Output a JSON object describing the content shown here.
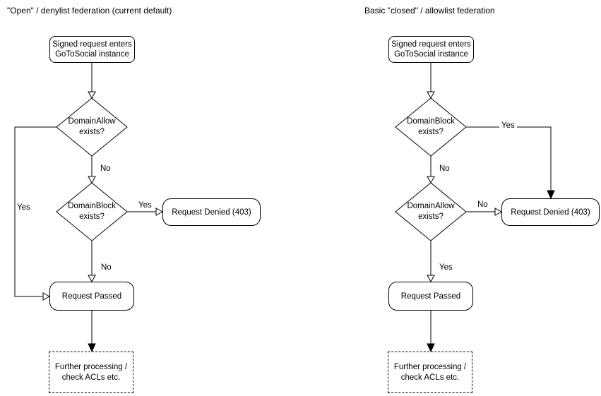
{
  "page": {
    "background": "#ffffff",
    "stroke_color": "#000000",
    "text_color": "#000000"
  },
  "charts": [
    {
      "title": "\"Open\" / denylist federation (current default)",
      "nodes": {
        "entry": "Signed request enters\nGoToSocial instance",
        "decision1": "DomainAllow\nexists?",
        "decision2": "DomainBlock\nexists?",
        "denied": "Request Denied (403)",
        "passed": "Request Passed",
        "further": "Further processing /\ncheck ACLs etc."
      },
      "edge_labels": {
        "decision1_no": "No",
        "decision1_yes": "Yes",
        "decision2_yes": "Yes",
        "decision2_no": "No"
      }
    },
    {
      "title": "Basic \"closed\" / allowlist federation",
      "nodes": {
        "entry": "Signed request enters\nGoToSocial instance",
        "decision1": "DomainBlock\nexists?",
        "decision2": "DomainAllow\nexists?",
        "denied": "Request Denied (403)",
        "passed": "Request Passed",
        "further": "Further processing /\ncheck ACLs etc."
      },
      "edge_labels": {
        "decision1_yes": "Yes",
        "decision1_no": "No",
        "decision2_no": "No",
        "decision2_yes": "Yes"
      }
    }
  ]
}
